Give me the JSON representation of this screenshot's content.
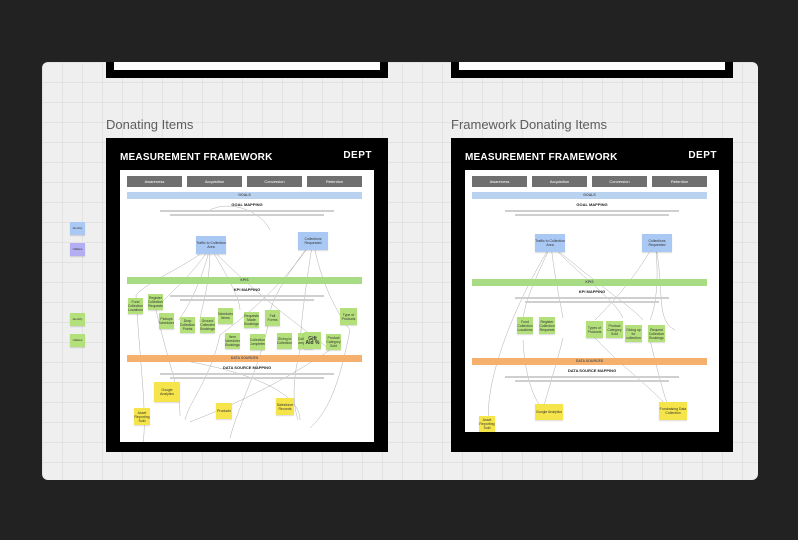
{
  "window": {
    "title": ""
  },
  "frames": [
    {
      "label": "Donating Items",
      "title": "MEASUREMENT FRAMEWORK",
      "logo": "DEPT",
      "funnel": [
        "Awareness",
        "Acquisition",
        "Conversion",
        "Retention"
      ],
      "bands": {
        "goals": "GOALS",
        "kpis": "KPIS",
        "data": "DATA SOURCES"
      },
      "sections": {
        "goal": "GOAL MAPPING",
        "kpi": "KPI MAPPING",
        "data": "DATA SOURCE MAPPING"
      },
      "goal_notes": [
        "Traffic to Collection Area",
        "Collections Requested"
      ],
      "kpi_notes": [
        "Fund Collection Locations",
        "Register Collection Requests",
        "Pickups Scheduled",
        "Drop Collection Points",
        "Ground Collected Bookings",
        "Scheduled Items",
        "Requests Made Bookings",
        "Fall Forms",
        "Item Scheduled Bookings",
        "Collection Completed",
        "Type of Products",
        "Giving to Collection",
        "Collection Completions",
        "Gift Aid %",
        "Product Category Sold"
      ],
      "data_notes": [
        "Google Analytics",
        "Products",
        "Salesforce Records",
        "Asset Reporting Sold"
      ]
    },
    {
      "label": "Framework Donating Items",
      "title": "MEASUREMENT FRAMEWORK",
      "logo": "DEPT",
      "funnel": [
        "Awareness",
        "Acquisition",
        "Conversion",
        "Retention"
      ],
      "bands": {
        "goals": "GOALS",
        "kpis": "KPIS",
        "data": "DATA SOURCES"
      },
      "sections": {
        "goal": "GOAL MAPPING",
        "kpi": "KPI MAPPING",
        "data": "DATA SOURCE MAPPING"
      },
      "goal_notes": [
        "Traffic to Collection Area",
        "Collections Requested"
      ],
      "kpi_notes": [
        "Fund Collection Locations",
        "Register Collection Requests",
        "Types of Products",
        "Product Category Sold",
        "Giving up for collection",
        "Request Collection Bookings"
      ],
      "data_notes": [
        "Google Analytics",
        "Fundraising Data Collection",
        "Asset Reporting Sold"
      ]
    }
  ],
  "side_notes": [
    "Identity",
    "Utilities",
    "Identify",
    "Utilities"
  ]
}
